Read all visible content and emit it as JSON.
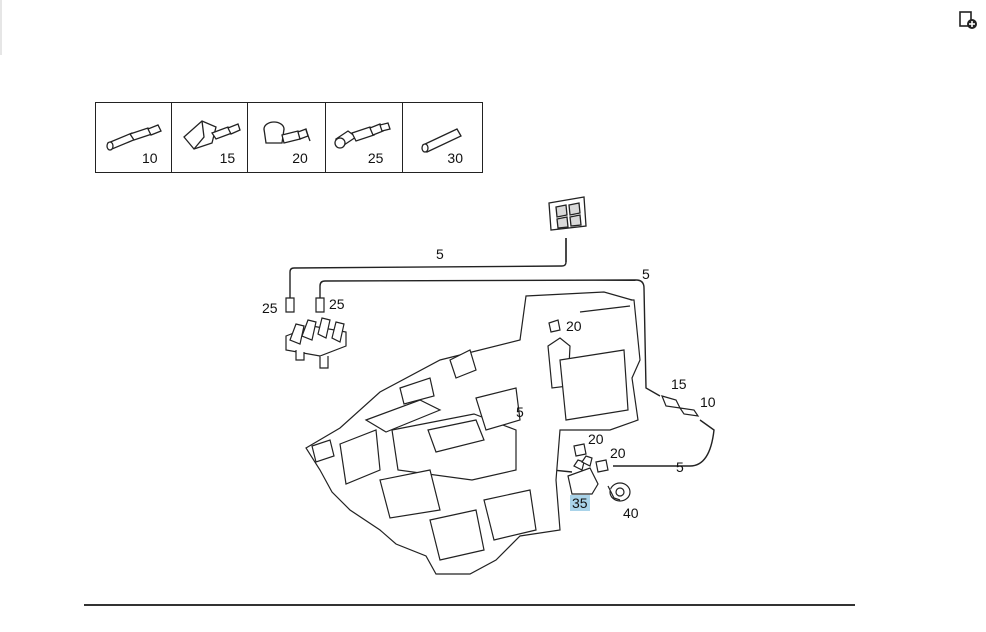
{
  "legend": {
    "items": [
      {
        "number": "10",
        "icon": "straight-connector-icon"
      },
      {
        "number": "15",
        "icon": "angled-connector-icon"
      },
      {
        "number": "20",
        "icon": "elbow-connector-icon"
      },
      {
        "number": "25",
        "icon": "valve-connector-icon"
      },
      {
        "number": "30",
        "icon": "sleeve-icon"
      }
    ]
  },
  "callouts": {
    "c5_top": "5",
    "c5_right": "5",
    "c25_left": "25",
    "c25_right": "25",
    "c20_upper": "20",
    "c15": "15",
    "c10": "10",
    "c5_mid": "5",
    "c20_mid": "20",
    "c20_lower": "20",
    "c5_lower": "5",
    "c35": "35",
    "c40": "40"
  },
  "colors": {
    "highlight": "#a9d3e9",
    "line": "#222222"
  },
  "toolbar": {
    "corner_icon": "add-to-list-icon"
  }
}
